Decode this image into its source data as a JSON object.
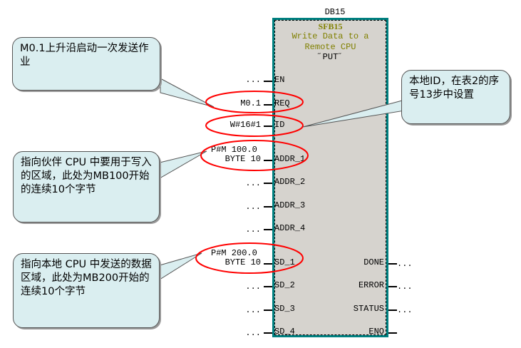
{
  "block": {
    "instance": "DB15",
    "name": "SFB15",
    "description_line1": "Write Data to a",
    "description_line2": "Remote CPU",
    "symbol": "˝PUT˝"
  },
  "inputs": [
    {
      "pin": "EN",
      "param": "..."
    },
    {
      "pin": "REQ",
      "param": "M0.1"
    },
    {
      "pin": "ID",
      "param": "W#16#1"
    },
    {
      "pin": "ADDR_1",
      "param_line1": "P#M 100.0",
      "param": "BYTE 10"
    },
    {
      "pin": "ADDR_2",
      "param": "..."
    },
    {
      "pin": "ADDR_3",
      "param": "..."
    },
    {
      "pin": "ADDR_4",
      "param": "..."
    },
    {
      "pin": "SD_1",
      "param_line1": "P#M 200.0",
      "param": "BYTE 10"
    },
    {
      "pin": "SD_2",
      "param": "..."
    },
    {
      "pin": "SD_3",
      "param": "..."
    },
    {
      "pin": "SD_4",
      "param": "..."
    }
  ],
  "outputs": [
    {
      "pin": "DONE",
      "param": "..."
    },
    {
      "pin": "ERROR",
      "param": "..."
    },
    {
      "pin": "STATUS",
      "param": "..."
    },
    {
      "pin": "ENO",
      "param": ""
    }
  ],
  "callouts": {
    "req": "M0.1上升沿启动一次发送作业",
    "id": "本地ID，在表2的序号13步中设置",
    "addr": "指向伙伴 CPU 中要用于写入的区域，此处为MB100开始的连续10个字节",
    "sd": "指向本地 CPU 中发送的数据区域，此处为MB200开始的连续10个字节"
  },
  "colors": {
    "block_fill": "#d6d3ce",
    "block_border": "#008080",
    "header_text": "#808000",
    "highlight": "#ff0000",
    "callout_fill": "#daeef0"
  }
}
